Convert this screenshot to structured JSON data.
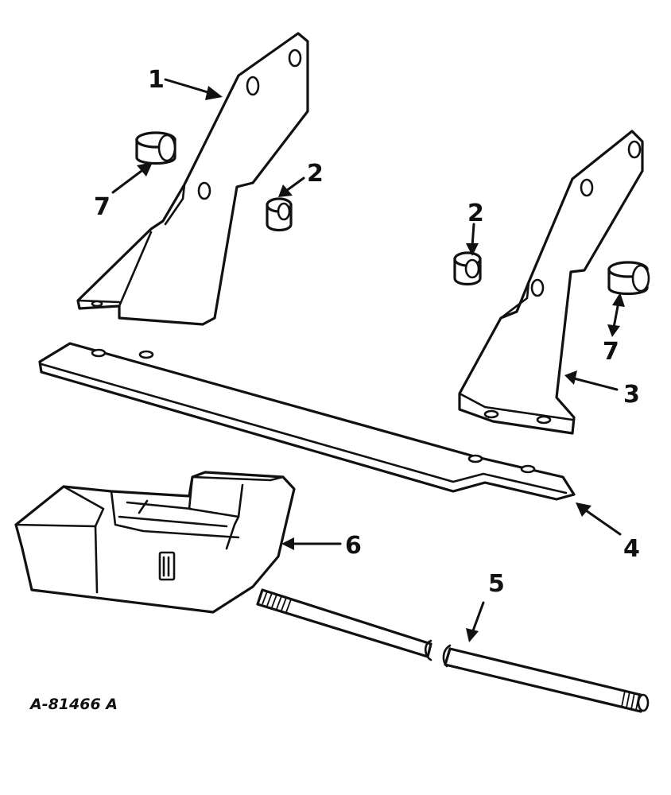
{
  "figure_id": "A-81466 A",
  "callouts": {
    "c1": "1",
    "c2a": "2",
    "c2b": "2",
    "c3": "3",
    "c4": "4",
    "c5": "5",
    "c6": "6",
    "c7a": "7",
    "c7b": "7"
  }
}
